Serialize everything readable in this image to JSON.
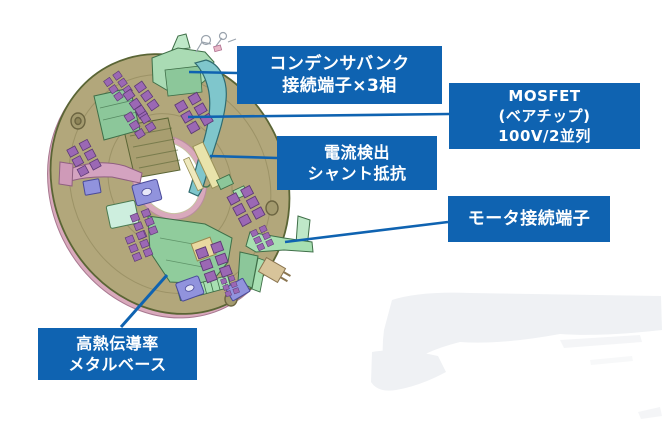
{
  "figure_type": "labeled-component-diagram",
  "callouts": [
    {
      "name": "capacitor-bank-terminal",
      "lines": [
        "コンデンサバンク",
        "接続端子×3相"
      ]
    },
    {
      "name": "mosfet",
      "lines": [
        "MOSFET",
        "(ベアチップ)",
        "100V/2並列"
      ]
    },
    {
      "name": "current-shunt",
      "lines": [
        "電流検出",
        "シャント抵抗"
      ]
    },
    {
      "name": "motor-terminal",
      "lines": [
        "モータ接続端子"
      ]
    },
    {
      "name": "metal-base",
      "lines": [
        "高熱伝導率",
        "メタルベース"
      ]
    }
  ],
  "colors": {
    "callout_bg": "#0f63b1",
    "callout_text": "#ffffff",
    "leader": "#0f63b1",
    "board_body": "#b2a77b",
    "board_edge": "#5a6535",
    "rim_pink": "#d9a9bc",
    "chip_purple": "#9b68b4",
    "component_green": "#90cc9c",
    "bracket_teal": "#7fc6cc",
    "arm_pink": "#d4a3c0",
    "tab_blue": "#9193dd",
    "watermark_gray": "#eff1f4"
  }
}
